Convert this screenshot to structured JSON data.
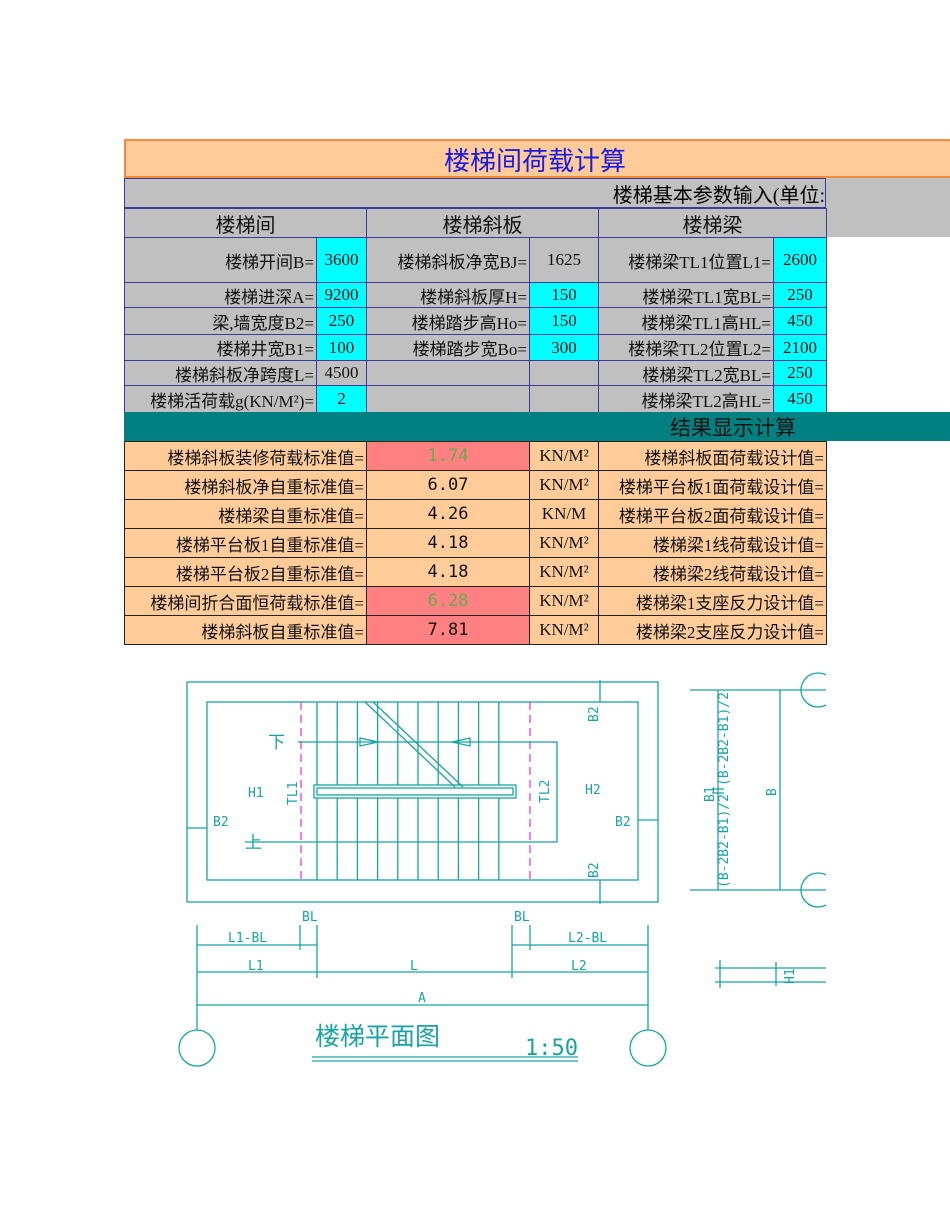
{
  "title": "楼梯间荷载计算",
  "subtitle": "楼梯基本参数输入(单位:",
  "headers": [
    "楼梯间",
    "楼梯斜板",
    "楼梯梁"
  ],
  "inputs": [
    {
      "l1": "楼梯开间B=",
      "v1": "3600",
      "l2": "楼梯斜板净宽BJ=",
      "v2": "1625",
      "l3": "楼梯梁TL1位置L1=",
      "v3": "2600"
    },
    {
      "l1": "楼梯进深A=",
      "v1": "9200",
      "l2": "楼梯斜板厚H=",
      "v2": "150",
      "l3": "楼梯梁TL1宽BL=",
      "v3": "250"
    },
    {
      "l1": "梁,墙宽度B2=",
      "v1": "250",
      "l2": "楼梯踏步高Ho=",
      "v2": "150",
      "l3": "楼梯梁TL1高HL=",
      "v3": "450"
    },
    {
      "l1": "楼梯井宽B1=",
      "v1": "100",
      "l2": "楼梯踏步宽Bo=",
      "v2": "300",
      "l3": "楼梯梁TL2位置L2=",
      "v3": "2100"
    },
    {
      "l1": "楼梯斜板净跨度L=",
      "v1": "4500",
      "l2": "",
      "v2": "",
      "l3": "楼梯梁TL2宽BL=",
      "v3": "250"
    },
    {
      "l1": "楼梯活荷载g(KN/M²)=",
      "v1": "2",
      "l2": "",
      "v2": "",
      "l3": "楼梯梁TL2高HL=",
      "v3": "450"
    }
  ],
  "results_title": "结果显示计算",
  "results": [
    {
      "label": "楼梯斜板装修荷载标准值=",
      "value": "1.74",
      "unit": "KN/M²",
      "right": "楼梯斜板面荷载设计值="
    },
    {
      "label": "楼梯斜板净自重标准值=",
      "value": "6.07",
      "unit": "KN/M²",
      "right": "楼梯平台板1面荷载设计值="
    },
    {
      "label": "楼梯梁自重标准值=",
      "value": "4.26",
      "unit": "KN/M",
      "right": "楼梯平台板2面荷载设计值="
    },
    {
      "label": "楼梯平台板1自重标准值=",
      "value": "4.18",
      "unit": "KN/M²",
      "right": "楼梯梁1线荷载设计值="
    },
    {
      "label": "楼梯平台板2自重标准值=",
      "value": "4.18",
      "unit": "KN/M²",
      "right": "楼梯梁2线荷载设计值="
    },
    {
      "label": "楼梯间折合面恒荷载标准值=",
      "value": "6.28",
      "unit": "KN/M²",
      "right": "楼梯梁1支座反力设计值="
    },
    {
      "label": "楼梯斜板自重标准值=",
      "value": "7.81",
      "unit": "KN/M²",
      "right": "楼梯梁2支座反力设计值="
    }
  ],
  "drawing": {
    "title": "楼梯平面图",
    "scale": "1:50",
    "labels": {
      "down": "下",
      "up": "上",
      "h1": "H1",
      "h2": "H2",
      "tl1": "TL1",
      "tl2": "TL2",
      "b2": "B2",
      "b1": "B1",
      "b": "B",
      "half": "(B-2B2-B1)/2",
      "bl": "BL",
      "l1bl": "L1-BL",
      "l2bl": "L2-BL",
      "l1": "L1",
      "l": "L",
      "l2": "L2",
      "a": "A"
    }
  },
  "colors": {
    "title_bg": "#ffcc99",
    "title_text": "#1a1ae6",
    "input_bg": "#00ffff",
    "header_bg": "#c0c0c0",
    "results_bar": "#008080",
    "highlight": "#ff8080",
    "cad": "#1aa3a3",
    "dash": "#e040e0"
  }
}
